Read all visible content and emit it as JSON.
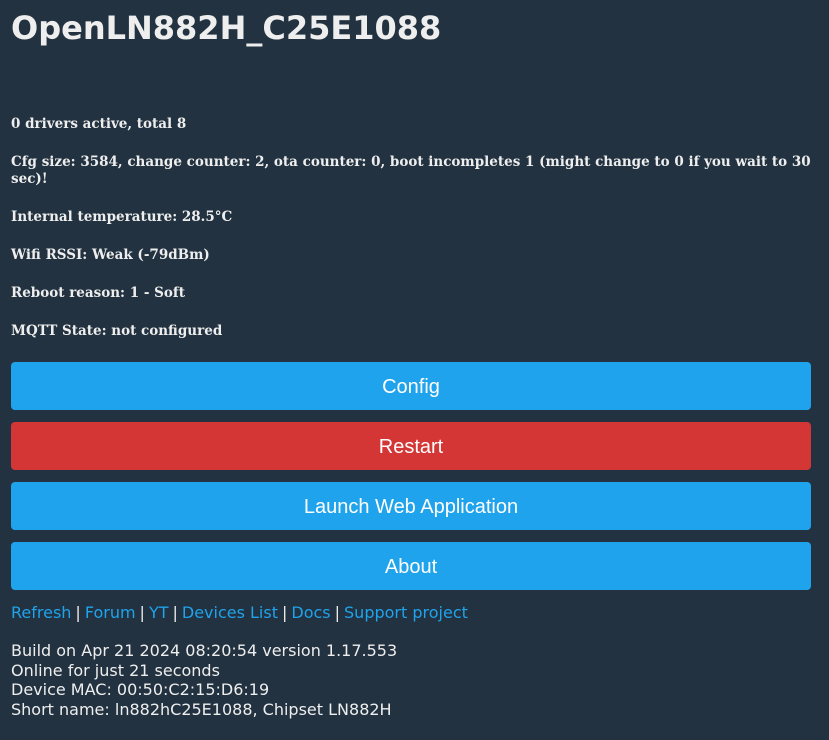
{
  "header": {
    "title": "OpenLN882H_C25E1088"
  },
  "status": {
    "drivers": "0 drivers active, total 8",
    "cfg": "Cfg size: 3584, change counter: 2, ota counter: 0, boot incompletes 1 (might change to 0 if you wait to 30 sec)!",
    "temperature": "Internal temperature: 28.5°C",
    "wifi": "Wifi RSSI: Weak (-79dBm)",
    "reboot": "Reboot reason: 1 - Soft",
    "mqtt": "MQTT State: not configured"
  },
  "buttons": {
    "config": "Config",
    "restart": "Restart",
    "launch": "Launch Web Application",
    "about": "About"
  },
  "colors": {
    "background": "#223240",
    "primary": "#1fa3ec",
    "danger": "#d43535"
  },
  "links": {
    "refresh": "Refresh",
    "forum": "Forum",
    "yt": "YT",
    "devices": "Devices List",
    "docs": "Docs",
    "support": "Support project",
    "separator": "|"
  },
  "info": {
    "build": "Build on Apr 21 2024 08:20:54 version 1.17.553",
    "online": "Online for just 21 seconds",
    "mac": "Device MAC: 00:50:C2:15:D6:19",
    "short": "Short name: ln882hC25E1088, Chipset LN882H"
  }
}
